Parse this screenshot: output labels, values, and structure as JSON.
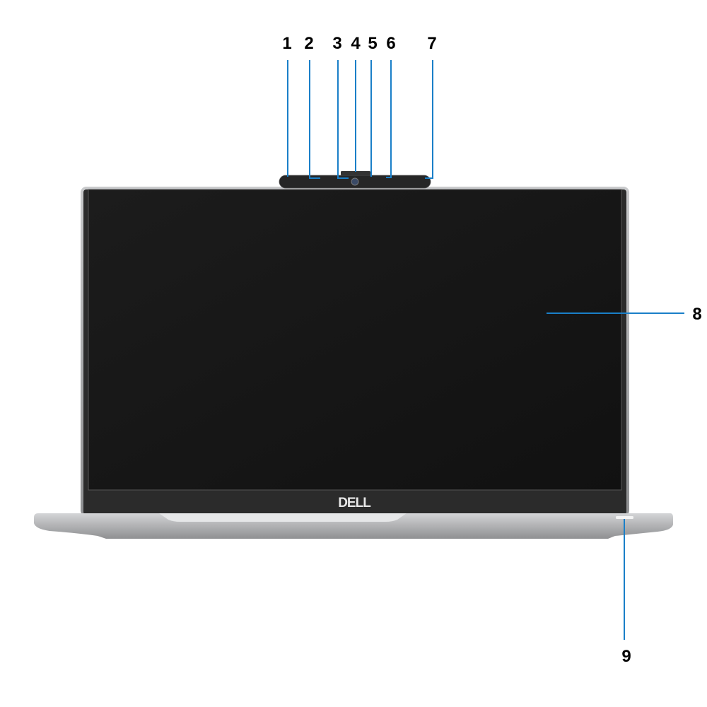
{
  "brand_logo": "DELL",
  "callouts": [
    {
      "number": "1"
    },
    {
      "number": "2"
    },
    {
      "number": "3"
    },
    {
      "number": "4"
    },
    {
      "number": "5"
    },
    {
      "number": "6"
    },
    {
      "number": "7"
    },
    {
      "number": "8"
    },
    {
      "number": "9"
    }
  ],
  "colors": {
    "callout_line": "#1a7fc8",
    "screen": "#151515",
    "bezel": "#2b2b2b",
    "chassis": "#b9babc"
  }
}
